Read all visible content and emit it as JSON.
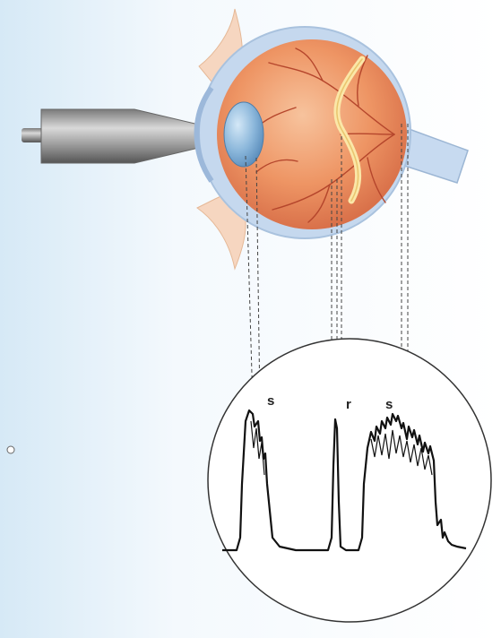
{
  "diagram": {
    "trace_labels": {
      "left": "s",
      "middle": "r",
      "right": "s"
    },
    "colors": {
      "background_gradient_left": "#dfeef8",
      "background_gradient_right": "#ffffff",
      "eyeball": "#ef9a6a",
      "retina_vessels": "#b5462c",
      "lens": "#8fb9dc",
      "probe": "#9a9a9a",
      "trace": "#111111",
      "guide_lines": "#444444"
    },
    "icons": [
      "ultrasound-probe-icon",
      "eye-cross-section-icon",
      "oscilloscope-screen-icon"
    ]
  }
}
